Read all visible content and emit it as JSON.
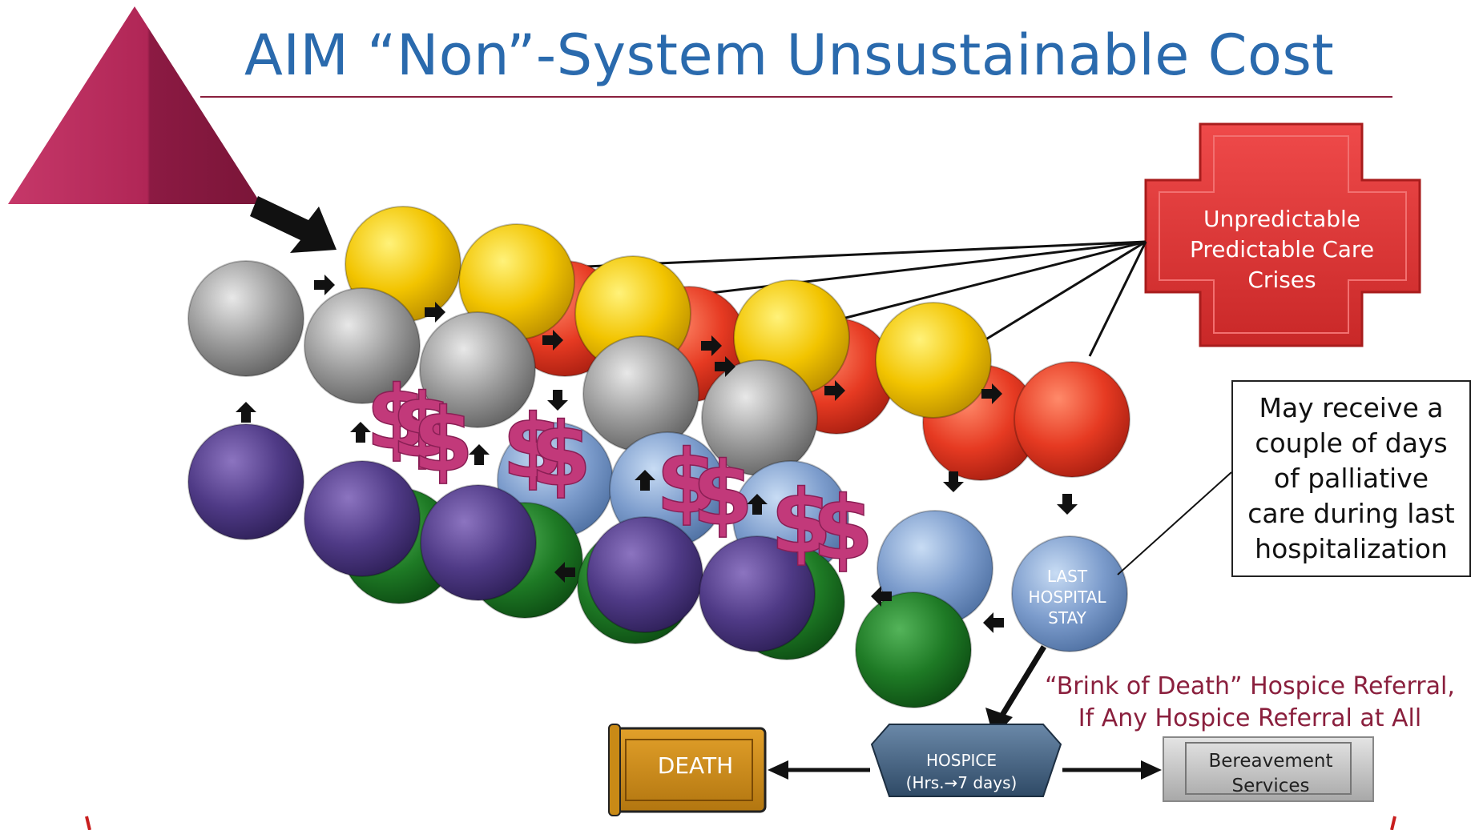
{
  "title": "AIM “Non”-System Unsustainable Cost",
  "crisis_box": {
    "line1": "Unpredictable",
    "line2": "Predictable Care",
    "line3": "Crises"
  },
  "palliative_note": {
    "line1": "May receive a",
    "line2": "couple of days",
    "line3": "of palliative",
    "line4": "care during last",
    "line5": "hospitalization"
  },
  "last_stay": {
    "line1": "LAST",
    "line2": "HOSPITAL",
    "line3": "STAY"
  },
  "referral_note": {
    "line1": "“Brink of Death” Hospice Referral,",
    "line2": "If Any Hospice  Referral at All"
  },
  "death_label": "DEATH",
  "hospice": {
    "line1": "HOSPICE",
    "line2": "(Hrs.→7 days)"
  },
  "bereavement": {
    "line1": "Bereavement",
    "line2": "Services"
  },
  "dollar_symbol": "$",
  "colors": {
    "title": "#2a6aad",
    "yellow": "#f2c400",
    "red": "#e63a22",
    "gray": "#8e8e8e",
    "blue": "#7c9ccc",
    "green": "#1e7a25",
    "purple": "#4f3a86",
    "dollar": "#c2397a",
    "pyramid": "#a8204f",
    "cross": "#e03535",
    "death": "#c98a16",
    "hospice": "#3f5c78",
    "bereave": "#c8c8c8"
  }
}
